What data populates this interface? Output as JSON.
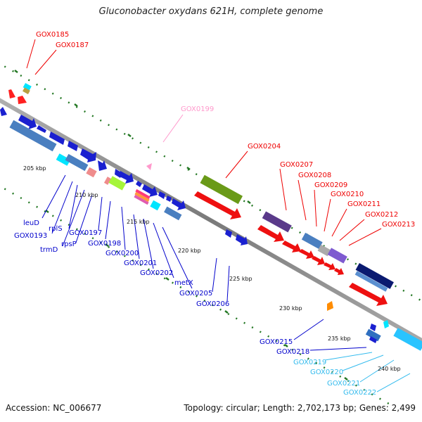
{
  "header": {
    "title": "Gluconobacter oxydans 621H, complete genome"
  },
  "footer": {
    "accession": "Accession: NC_006677",
    "info": "Topology: circular; Length: 2,702,173 bp; Genes: 2,499"
  },
  "colors": {
    "backbone": "#888888",
    "blue_label": "#0000cc",
    "red_label": "#ee0000",
    "pink_label": "#ff99cc",
    "cyan_label": "#33bbee",
    "ticks": "#228822"
  },
  "scale_labels": [
    "205 kbp",
    "210 kbp",
    "215 kbp",
    "220 kbp",
    "225 kbp",
    "230 kbp",
    "235 kbp",
    "240 kbp"
  ],
  "gene_labels": [
    "GOX0185",
    "GOX0187",
    "GOX0199",
    "GOX0204",
    "GOX0207",
    "GOX0208",
    "GOX0209",
    "GOX0210",
    "GOX0211",
    "GOX0212",
    "GOX0213",
    "leuD",
    "GOX0193",
    "rplS",
    "trmD",
    "rpsP",
    "GOX0197",
    "GOX0198",
    "GOX0200",
    "GOX0201",
    "GOX0202",
    "metX",
    "GOX0205",
    "GOX0206",
    "GOX0215",
    "GOX0218",
    "GOX0219",
    "GOX0220",
    "GOX0221",
    "GOX0222"
  ]
}
